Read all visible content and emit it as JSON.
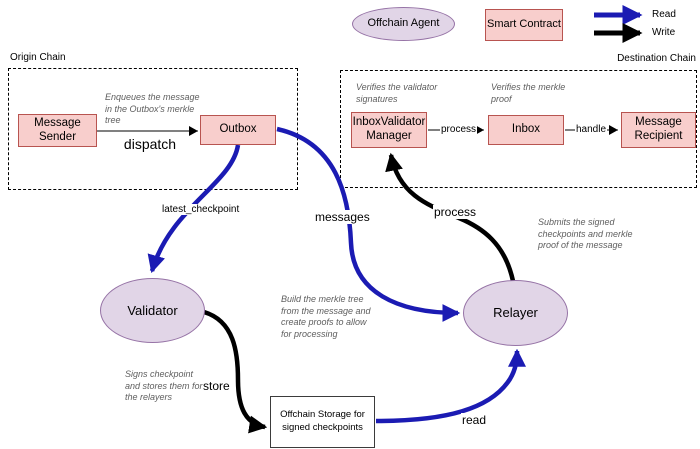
{
  "legend": {
    "offchain_agent_label": "Offchain Agent",
    "smart_contract_label": "Smart Contract",
    "read_label": "Read",
    "write_label": "Write"
  },
  "colors": {
    "read_arrow": "#1b1bb3",
    "write_arrow": "#000000",
    "smart_contract_fill": "#f8cecc",
    "smart_contract_border": "#b85450",
    "offchain_agent_fill": "#e1d5e7",
    "offchain_agent_border": "#9673a6"
  },
  "origin_chain": {
    "title": "Origin Chain",
    "message_sender": "Message Sender",
    "outbox": "Outbox",
    "dispatch_label": "dispatch",
    "enqueue_note": "Enqueues the message in the Outbox's merkle tree"
  },
  "destination_chain": {
    "title": "Destination Chain",
    "inbox_validator_manager": "InboxValidator Manager",
    "inbox": "Inbox",
    "message_recipient": "Message Recipient",
    "process_label": "process",
    "handle_label": "handle",
    "verifies_signatures_note": "Verifies the validator signatures",
    "verifies_merkle_note": "Verifies the merkle proof"
  },
  "agents": {
    "validator": "Validator",
    "relayer": "Relayer",
    "offchain_storage": "Offchain Storage for signed checkpoints"
  },
  "edge_labels": {
    "latest_checkpoint": "latest_checkpoint",
    "messages": "messages",
    "process": "process",
    "store": "store",
    "read": "read"
  },
  "notes": {
    "validator_note": "Signs checkpoint and stores them for the relayers",
    "relayer_build_note": "Build the merkle tree from the message and create proofs to allow for processing",
    "relayer_submit_note": "Submits the signed checkpoints and merkle proof of the message"
  }
}
